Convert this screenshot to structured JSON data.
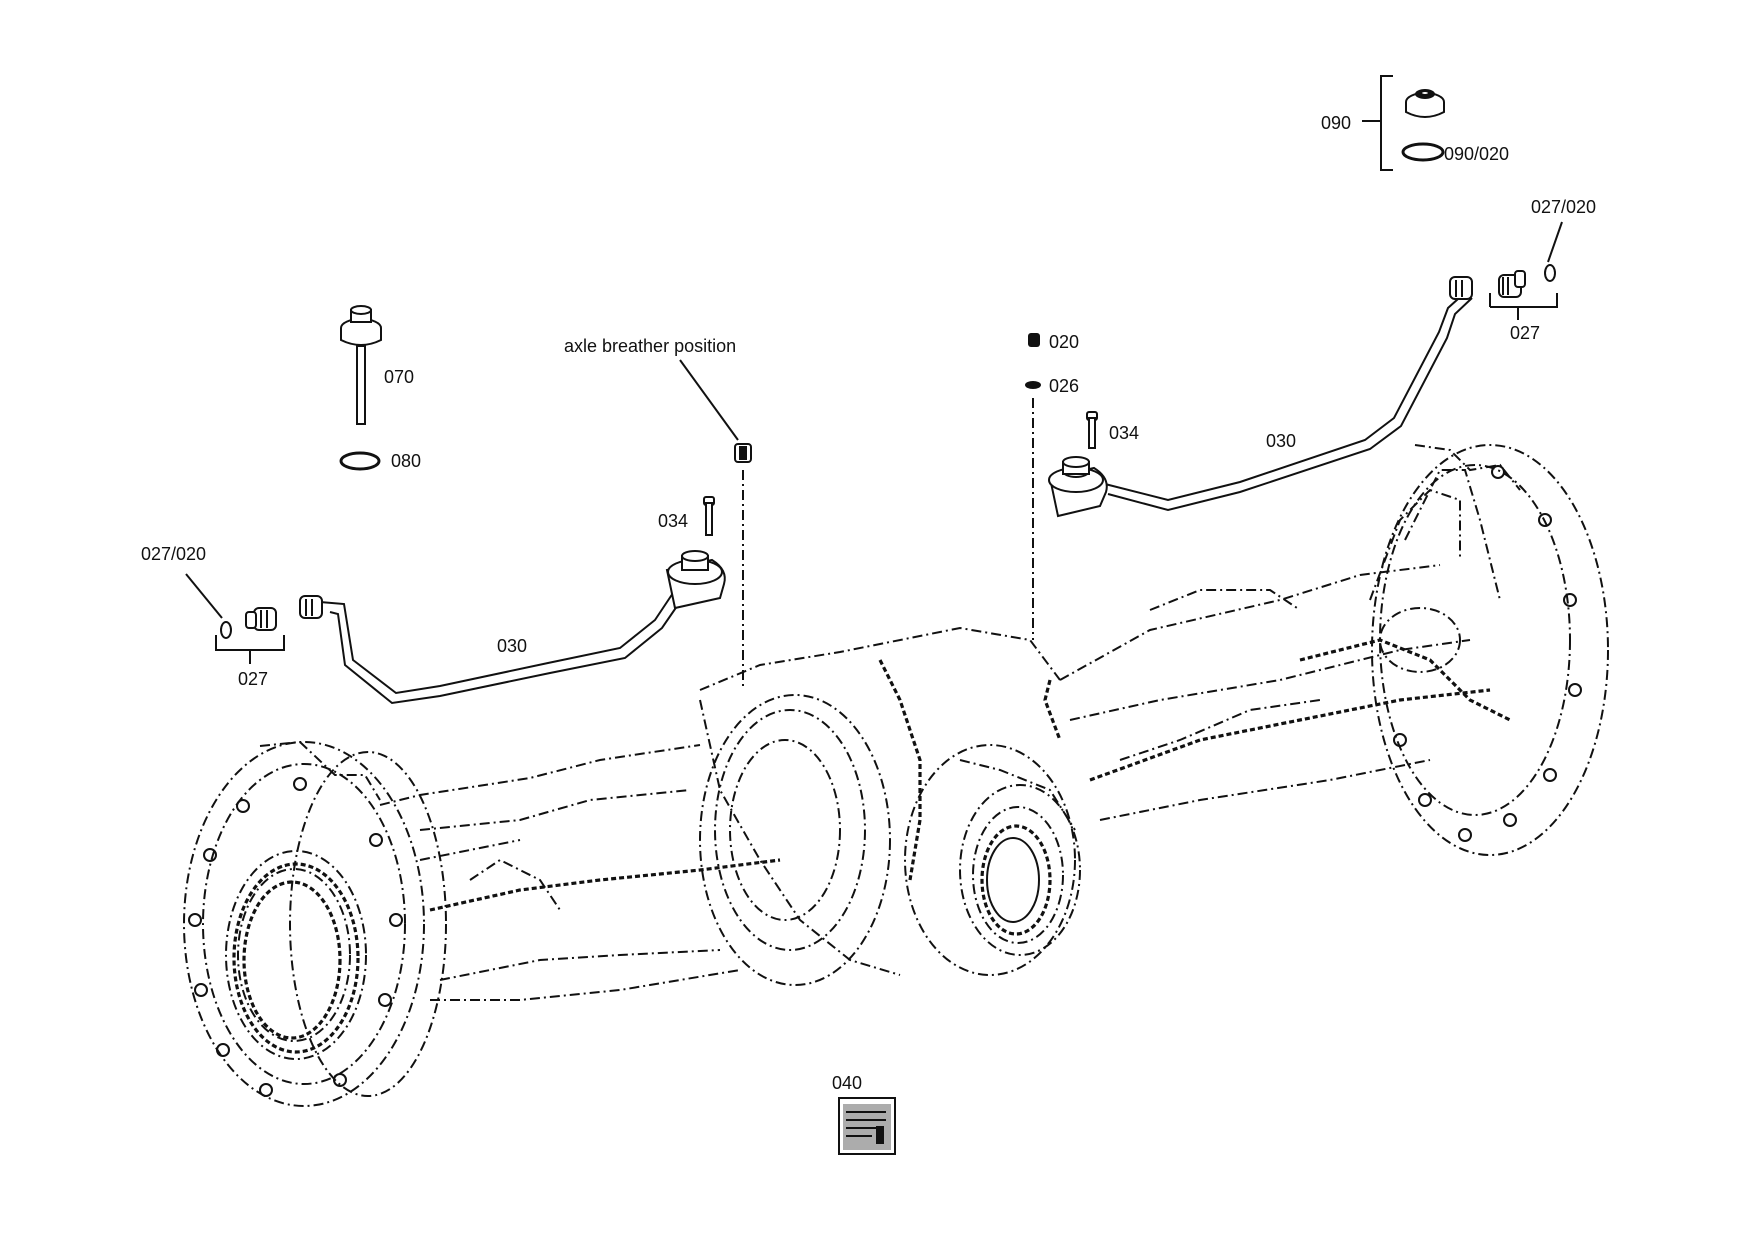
{
  "callouts": {
    "c090": "090",
    "c090_020": "090/020",
    "c027_020_right": "027/020",
    "c027_right": "027",
    "c070": "070",
    "c080": "080",
    "c020": "020",
    "c026": "026",
    "c034_right": "034",
    "c030_right": "030",
    "c034_left": "034",
    "c027_020_left": "027/020",
    "c027_left": "027",
    "c030_left": "030",
    "c040": "040",
    "axle_breather": "axle breather position"
  }
}
